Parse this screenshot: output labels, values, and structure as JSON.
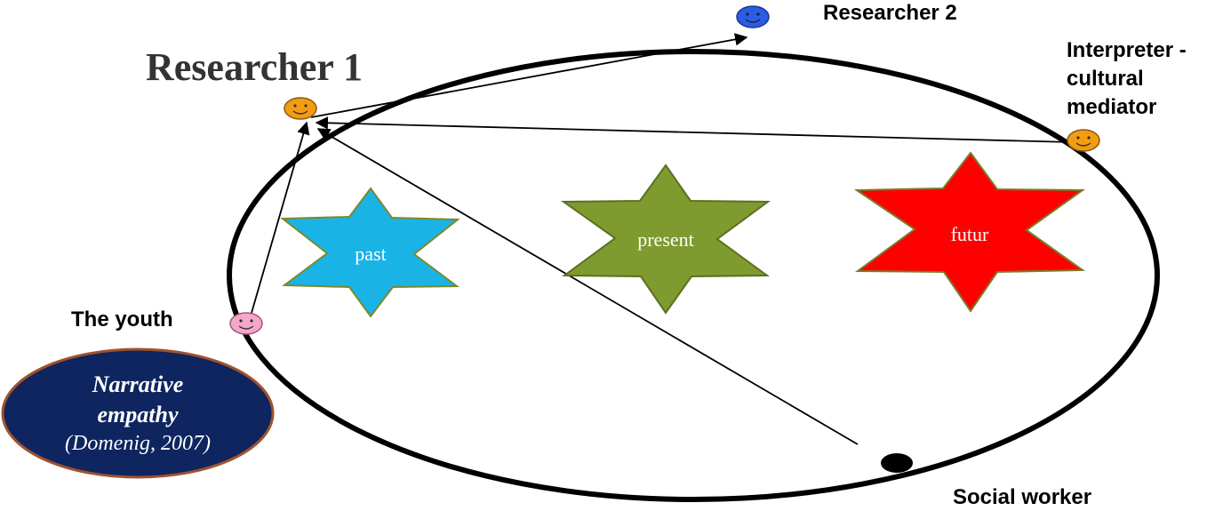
{
  "labels": {
    "researcher1": "Researcher 1",
    "researcher2": "Researcher 2",
    "interpreter_line1": "Interpreter -",
    "interpreter_line2": "cultural",
    "interpreter_line3": "mediator",
    "youth": "The youth",
    "social_worker": "Social worker"
  },
  "stars": {
    "past": "past",
    "present": "present",
    "future": "futur"
  },
  "oval": {
    "line1": "Narrative",
    "line2": "empathy",
    "line3": "(Domenig, 2007)"
  },
  "colors": {
    "past": "#1ab3e6",
    "present": "#7f9a2e",
    "future": "#ff0000",
    "researcher1": "#f39c12",
    "researcher2": "#2b5ce6",
    "interpreter": "#f39c12",
    "youth": "#f4a7c8",
    "social_worker": "#000000",
    "oval_fill": "#0e2560",
    "oval_border": "#a0522d"
  }
}
